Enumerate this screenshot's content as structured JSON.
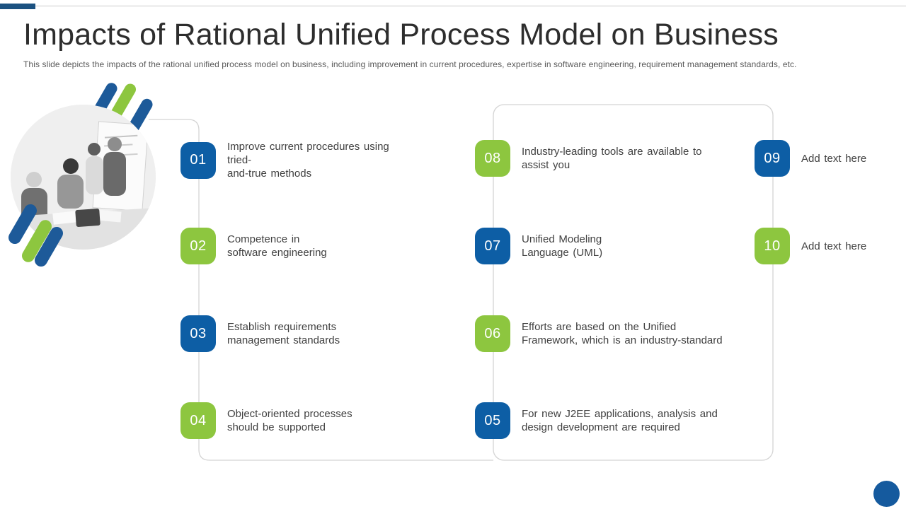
{
  "slide": {
    "title": "Impacts of Rational Unified Process Model on Business",
    "subtitle": "This slide depicts the impacts of the rational unified process model on business, including improvement in current procedures, expertise in software engineering, requirement management standards, etc."
  },
  "colors": {
    "badge_blue": "#0d5ea5",
    "badge_green": "#8dc63f",
    "accent_bar_blue": "#1b5180",
    "stripe_blue": "#1d5a99",
    "stripe_green": "#8dc63f",
    "connector_gray": "#d4d4d4",
    "bottom_dot_blue": "#155a9e",
    "item_text": "#404040"
  },
  "decor": {
    "photo_icon": "team-meeting-photo",
    "stripes_icon": "diagonal-stripe-decoration",
    "accent_icon": "top-left-accent-bar",
    "dot_icon": "bottom-right-dot"
  },
  "items": [
    {
      "number": "01",
      "badge_color": "blue",
      "text": "Improve current procedures using tried-\nand-true methods"
    },
    {
      "number": "02",
      "badge_color": "green",
      "text": "Competence in\nsoftware engineering"
    },
    {
      "number": "03",
      "badge_color": "blue",
      "text": "Establish requirements\nmanagement standards"
    },
    {
      "number": "04",
      "badge_color": "green",
      "text": "Object-oriented processes\nshould be supported"
    },
    {
      "number": "05",
      "badge_color": "blue",
      "text": "For new J2EE applications, analysis and\ndesign development are required"
    },
    {
      "number": "06",
      "badge_color": "green",
      "text": "Efforts are based on the Unified\nFramework, which is an industry-standard"
    },
    {
      "number": "07",
      "badge_color": "blue",
      "text": "Unified Modeling\nLanguage (UML)"
    },
    {
      "number": "08",
      "badge_color": "green",
      "text": "Industry-leading tools are available to\nassist you"
    },
    {
      "number": "09",
      "badge_color": "blue",
      "text": "Add text here"
    },
    {
      "number": "10",
      "badge_color": "green",
      "text": "Add text here"
    }
  ]
}
